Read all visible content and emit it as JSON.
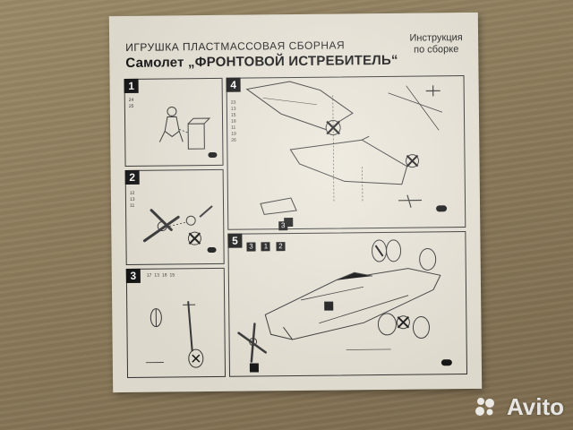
{
  "sheet": {
    "header_line1": "ИГРУШКА ПЛАСТМАССОВАЯ СБОРНАЯ",
    "header_line2": "Самолет „ФРОНТОВОЙ ИСТРЕБИТЕЛЬ“",
    "header_right_line1": "Инструкция",
    "header_right_line2": "по сборке"
  },
  "steps": [
    {
      "number": "1",
      "parts": [
        "24",
        "25"
      ]
    },
    {
      "number": "2",
      "parts": [
        "12",
        "13",
        "11"
      ]
    },
    {
      "number": "3",
      "parts": [
        "17",
        "13",
        "18",
        "15"
      ]
    },
    {
      "number": "4",
      "parts": [
        "23",
        "13",
        "15",
        "18",
        "11",
        "19",
        "26"
      ],
      "sub_badge": "3"
    },
    {
      "number": "5",
      "parts": [
        "3",
        "1",
        "2"
      ]
    }
  ],
  "watermark": {
    "brand": "Avito"
  }
}
